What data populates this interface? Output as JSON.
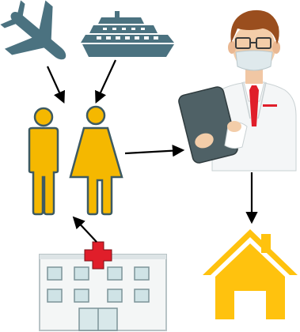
{
  "diagram": {
    "nodes": [
      {
        "id": "airplane",
        "icon": "airplane-icon"
      },
      {
        "id": "cruise-ship",
        "icon": "cruise-ship-icon"
      },
      {
        "id": "travelers",
        "icon": "man-woman-icon"
      },
      {
        "id": "doctor",
        "icon": "doctor-with-clipboard-icon"
      },
      {
        "id": "home",
        "icon": "house-icon"
      },
      {
        "id": "hospital",
        "icon": "hospital-icon"
      }
    ],
    "edges": [
      {
        "from": "airplane",
        "to": "travelers"
      },
      {
        "from": "cruise-ship",
        "to": "travelers"
      },
      {
        "from": "travelers",
        "to": "doctor"
      },
      {
        "from": "doctor",
        "to": "home"
      },
      {
        "from": "hospital",
        "to": "travelers"
      }
    ]
  },
  "colors": {
    "transport": "#4b7280",
    "person_fill": "#f5b800",
    "person_stroke": "#3d5a62",
    "house": "#ffc20e",
    "medical_red": "#e01e2a",
    "coat": "#f4f6f7",
    "clipboard": "#4f6166",
    "arrow": "#000000"
  }
}
